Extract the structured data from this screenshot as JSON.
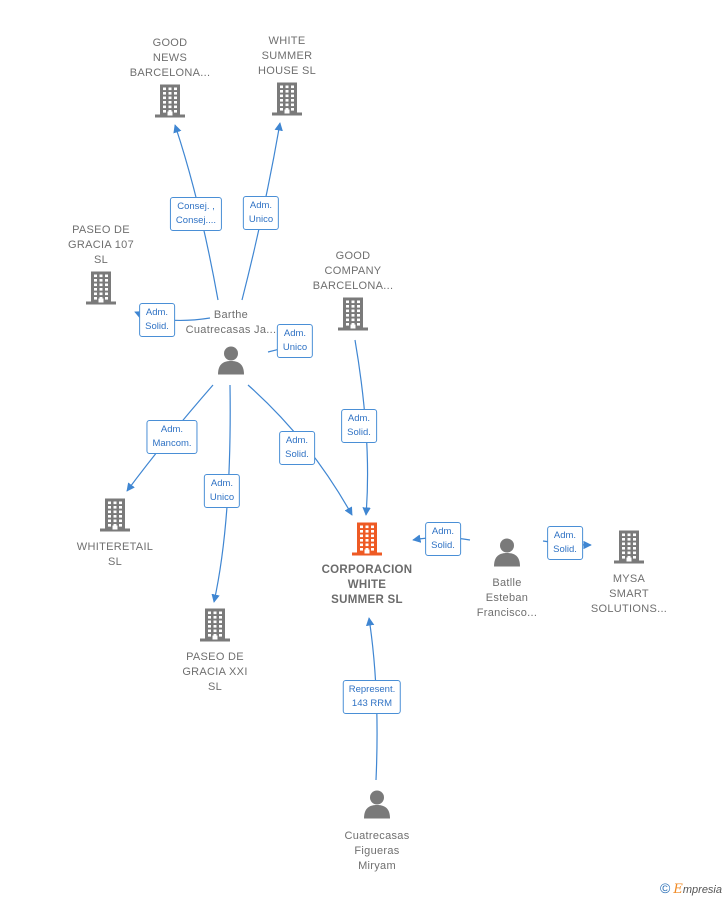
{
  "colors": {
    "company": "#7a7a7a",
    "focus_company": "#ee5a24",
    "person": "#7a7a7a",
    "edge": "#3f86d2"
  },
  "nodes": [
    {
      "id": "good-news",
      "type": "company",
      "label": "GOOD\nNEWS\nBARCELONA..."
    },
    {
      "id": "white-summer-house",
      "type": "company",
      "label": "WHITE\nSUMMER\nHOUSE  SL"
    },
    {
      "id": "paseo-107",
      "type": "company",
      "label": "PASEO DE\nGRACIA 107\nSL"
    },
    {
      "id": "good-company",
      "type": "company",
      "label": "GOOD\nCOMPANY\nBARCELONA..."
    },
    {
      "id": "barthe",
      "type": "person",
      "label": "Barthe\nCuatrecasas Ja..."
    },
    {
      "id": "whiteretail",
      "type": "company",
      "label": "WHITERETAIL\nSL"
    },
    {
      "id": "paseo-xxi",
      "type": "company",
      "label": "PASEO DE\nGRACIA XXI\nSL"
    },
    {
      "id": "corporacion",
      "type": "focus",
      "label": "CORPORACION\nWHITE\nSUMMER  SL"
    },
    {
      "id": "batlle",
      "type": "person",
      "label": "Batlle\nEsteban\nFrancisco..."
    },
    {
      "id": "mysa",
      "type": "company",
      "label": "MYSA\nSMART\nSOLUTIONS..."
    },
    {
      "id": "cuatrecasas-m",
      "type": "person",
      "label": "Cuatrecasas\nFigueras\nMiryam"
    }
  ],
  "edges": [
    {
      "from": "barthe",
      "to": "good-news",
      "label": "Consej. ,\nConsej...."
    },
    {
      "from": "barthe",
      "to": "white-summer-house",
      "label": "Adm.\nUnico"
    },
    {
      "from": "barthe",
      "to": "paseo-107",
      "label": "Adm.\nSolid."
    },
    {
      "from": "barthe",
      "to": "good-company",
      "label": "Adm.\nUnico"
    },
    {
      "from": "barthe",
      "to": "whiteretail",
      "label": "Adm.\nMancom."
    },
    {
      "from": "barthe",
      "to": "paseo-xxi",
      "label": "Adm.\nUnico"
    },
    {
      "from": "barthe",
      "to": "corporacion",
      "label": "Adm.\nSolid."
    },
    {
      "from": "good-company",
      "to": "corporacion",
      "label": "Adm.\nSolid."
    },
    {
      "from": "batlle",
      "to": "corporacion",
      "label": "Adm.\nSolid."
    },
    {
      "from": "batlle",
      "to": "mysa",
      "label": "Adm.\nSolid."
    },
    {
      "from": "cuatrecasas-m",
      "to": "corporacion",
      "label": "Represent.\n143 RRM"
    }
  ],
  "footer": {
    "copyright": "©",
    "brand_initial": "E",
    "brand_rest": "mpresia"
  }
}
